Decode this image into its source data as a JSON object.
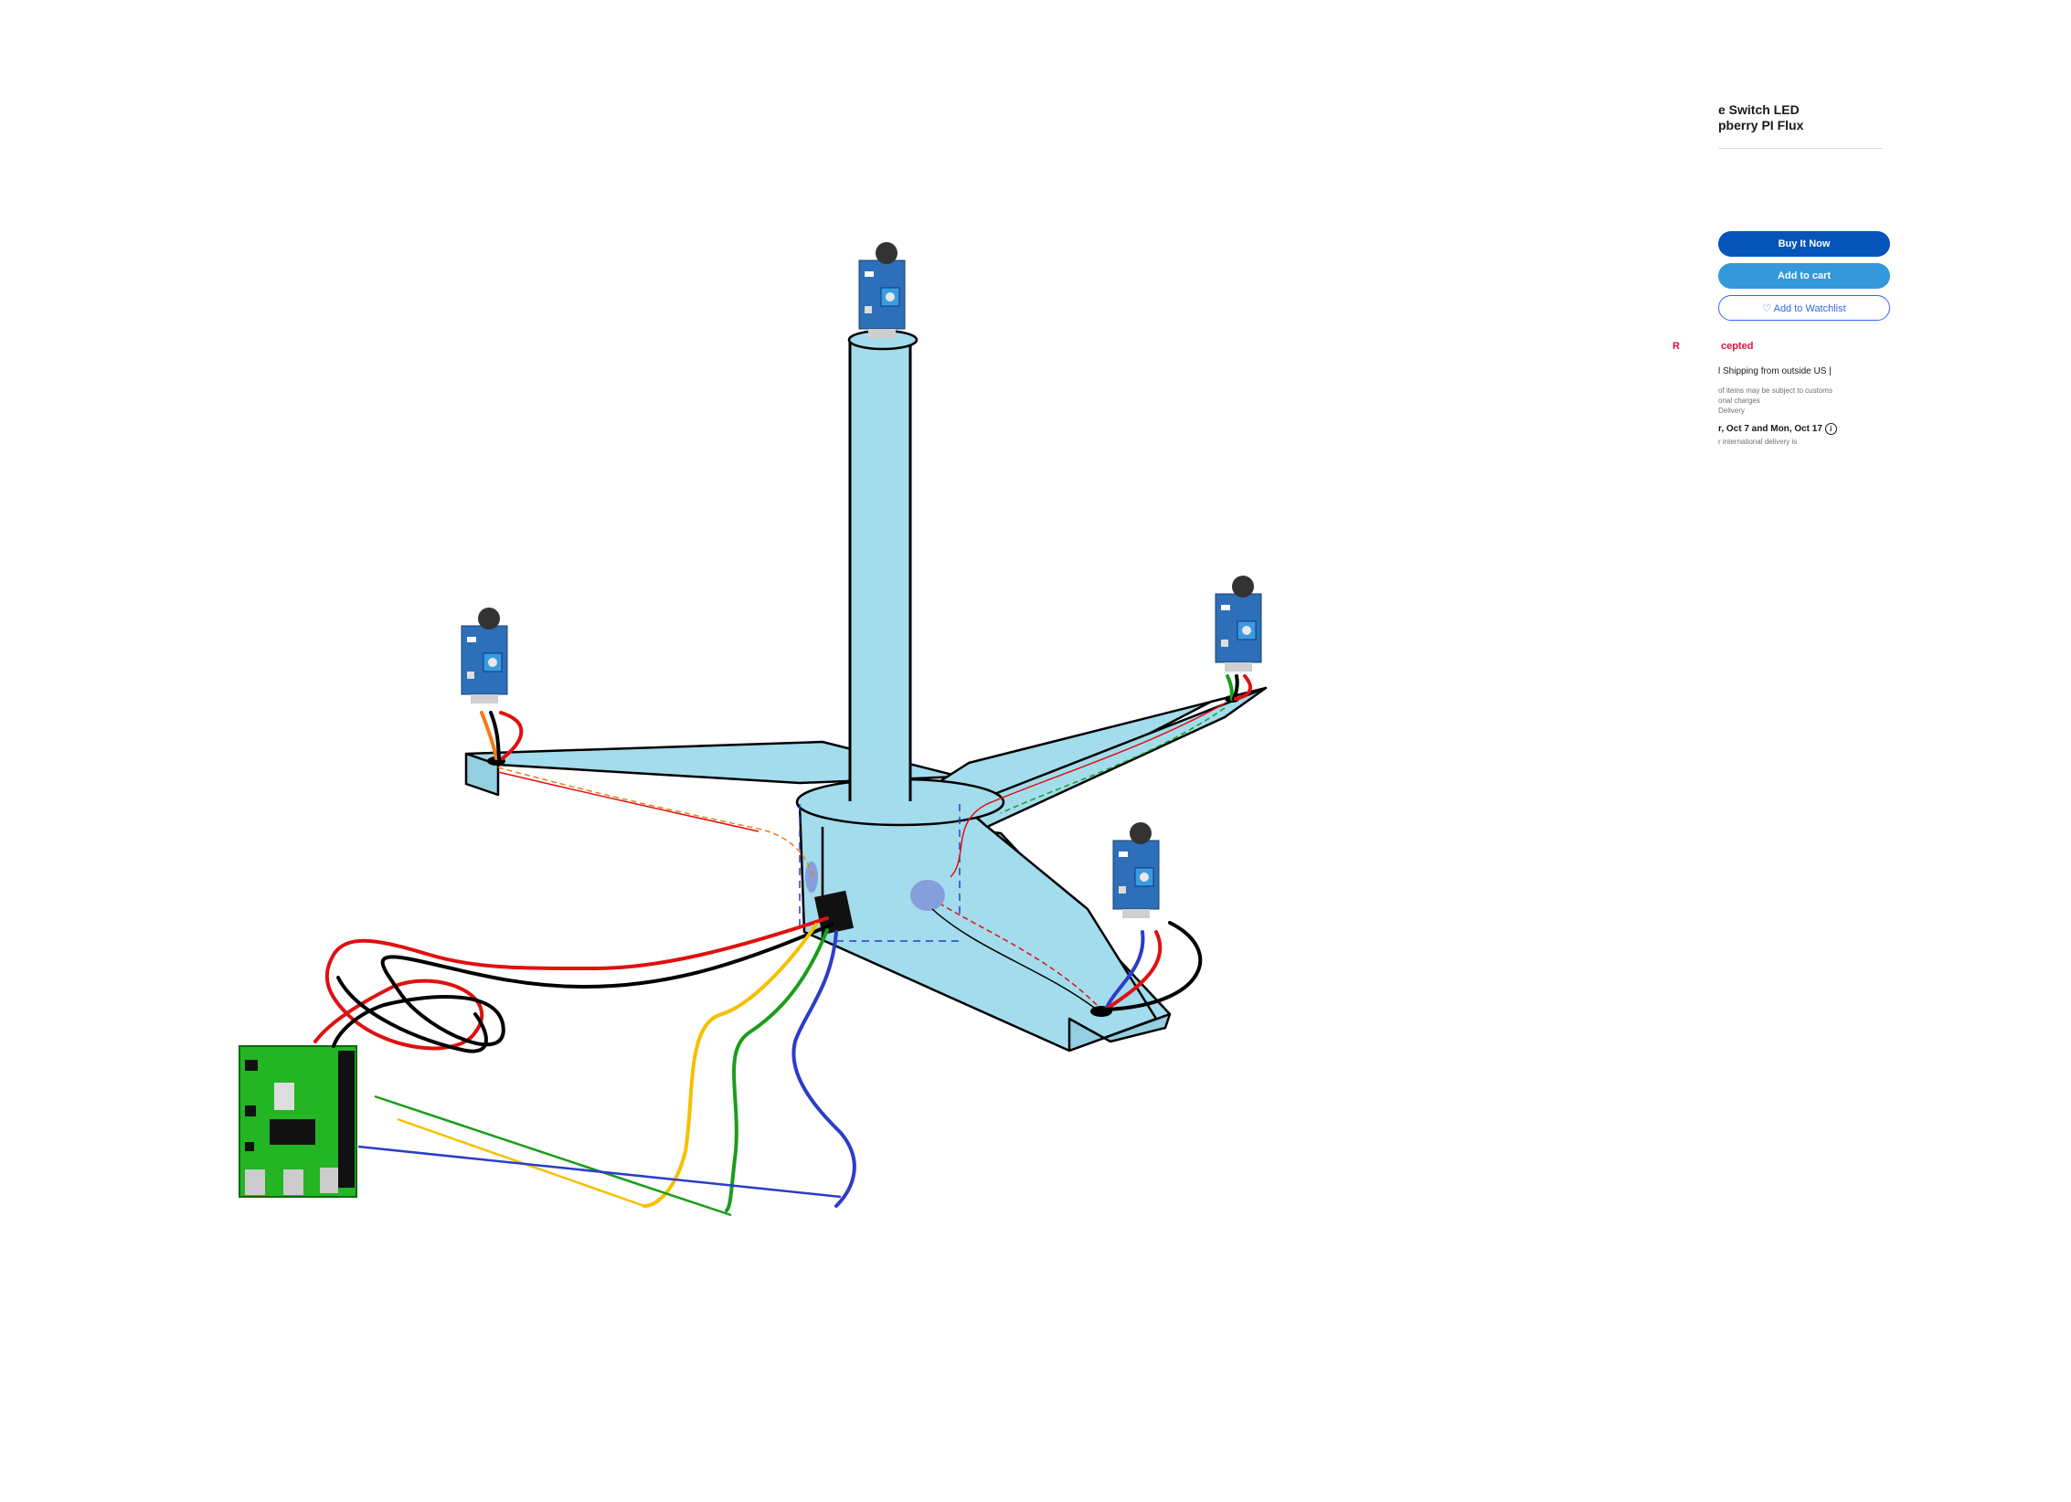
{
  "listing": {
    "title_line1": "e Switch LED",
    "title_line2": "pberry PI Flux",
    "buy_now": "Buy It Now",
    "add_to_cart": "Add to cart",
    "watchlist": "♡ Add to Watchlist",
    "returns_letter": "R",
    "returns_text": "cepted",
    "shipping": "l Shipping from outside US |",
    "customs_line1": "of items may be subject to customs",
    "customs_line2": "onal charges",
    "delivery_label": "Delivery",
    "delivery_dates": "r, Oct 7 and Mon, Oct 17",
    "delivery_note": "r international delivery is"
  },
  "colors": {
    "stand_fill": "#a3dcec",
    "stand_outline": "#000000",
    "board_green": "#23b523",
    "sensor_blue": "#2d6fb8",
    "wire_red": "#e01010",
    "wire_black": "#000000",
    "wire_yellow": "#f5c000",
    "wire_green": "#1a9e1a",
    "wire_blue": "#2b3dc9",
    "wire_orange": "#f07c1a"
  },
  "icons": {
    "sensor": "sound-sensor-module-icon",
    "board": "raspberry-pi-board-icon",
    "info": "info-circle-icon"
  }
}
